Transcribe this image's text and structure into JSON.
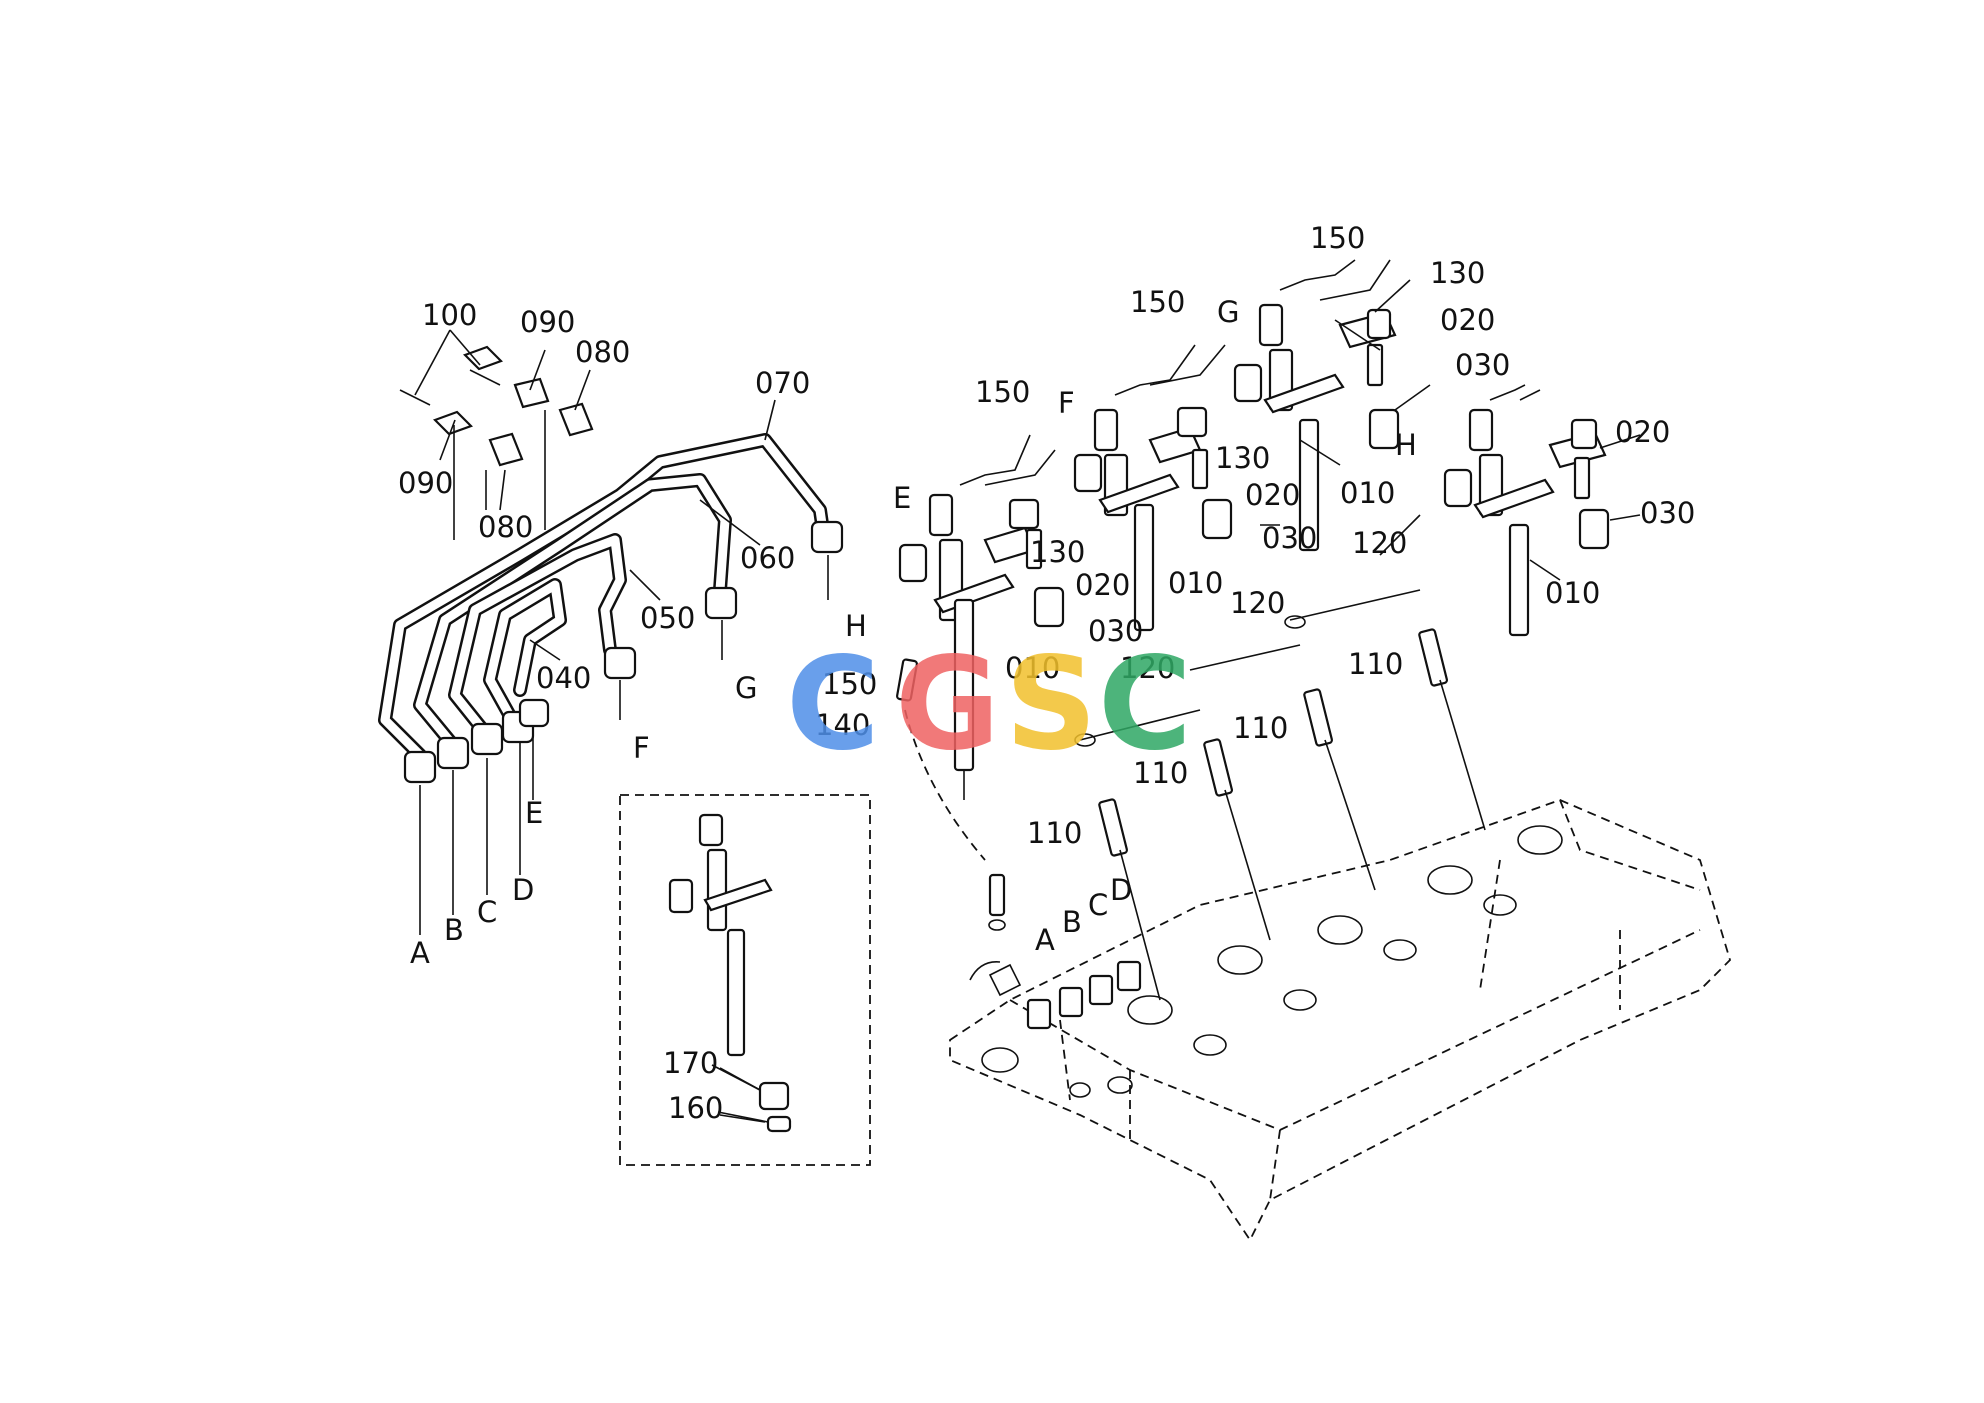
{
  "labels": {
    "l010a": "010",
    "l010b": "010",
    "l010c": "010",
    "l010d": "010",
    "l020a": "020",
    "l020b": "020",
    "l020c": "020",
    "l020d": "020",
    "l030a": "030",
    "l030b": "030",
    "l030c": "030",
    "l030d": "030",
    "l040": "040",
    "l050": "050",
    "l060": "060",
    "l070": "070",
    "l080a": "080",
    "l080b": "080",
    "l090a": "090",
    "l090b": "090",
    "l100": "100",
    "l110a": "110",
    "l110b": "110",
    "l110c": "110",
    "l110d": "110",
    "l120a": "120",
    "l120b": "120",
    "l120c": "120",
    "l130a": "130",
    "l130b": "130",
    "l130c": "130",
    "l140": "140",
    "l150a": "150",
    "l150b": "150",
    "l150c": "150",
    "l150d": "150",
    "l160": "160",
    "l170": "170",
    "pA": "A",
    "pB": "B",
    "pC": "C",
    "pD": "D",
    "pE": "E",
    "pF": "F",
    "pG": "G",
    "pH": "H",
    "iA": "A",
    "iB": "B",
    "iC": "C",
    "iD": "D",
    "iE": "E",
    "iF": "F",
    "iG": "G",
    "iH": "H"
  },
  "watermark": {
    "letters": [
      "C",
      "G",
      "S",
      "C"
    ],
    "colors": [
      "#4f8fe8",
      "#ef6262",
      "#f2c02c",
      "#2fa864"
    ]
  }
}
